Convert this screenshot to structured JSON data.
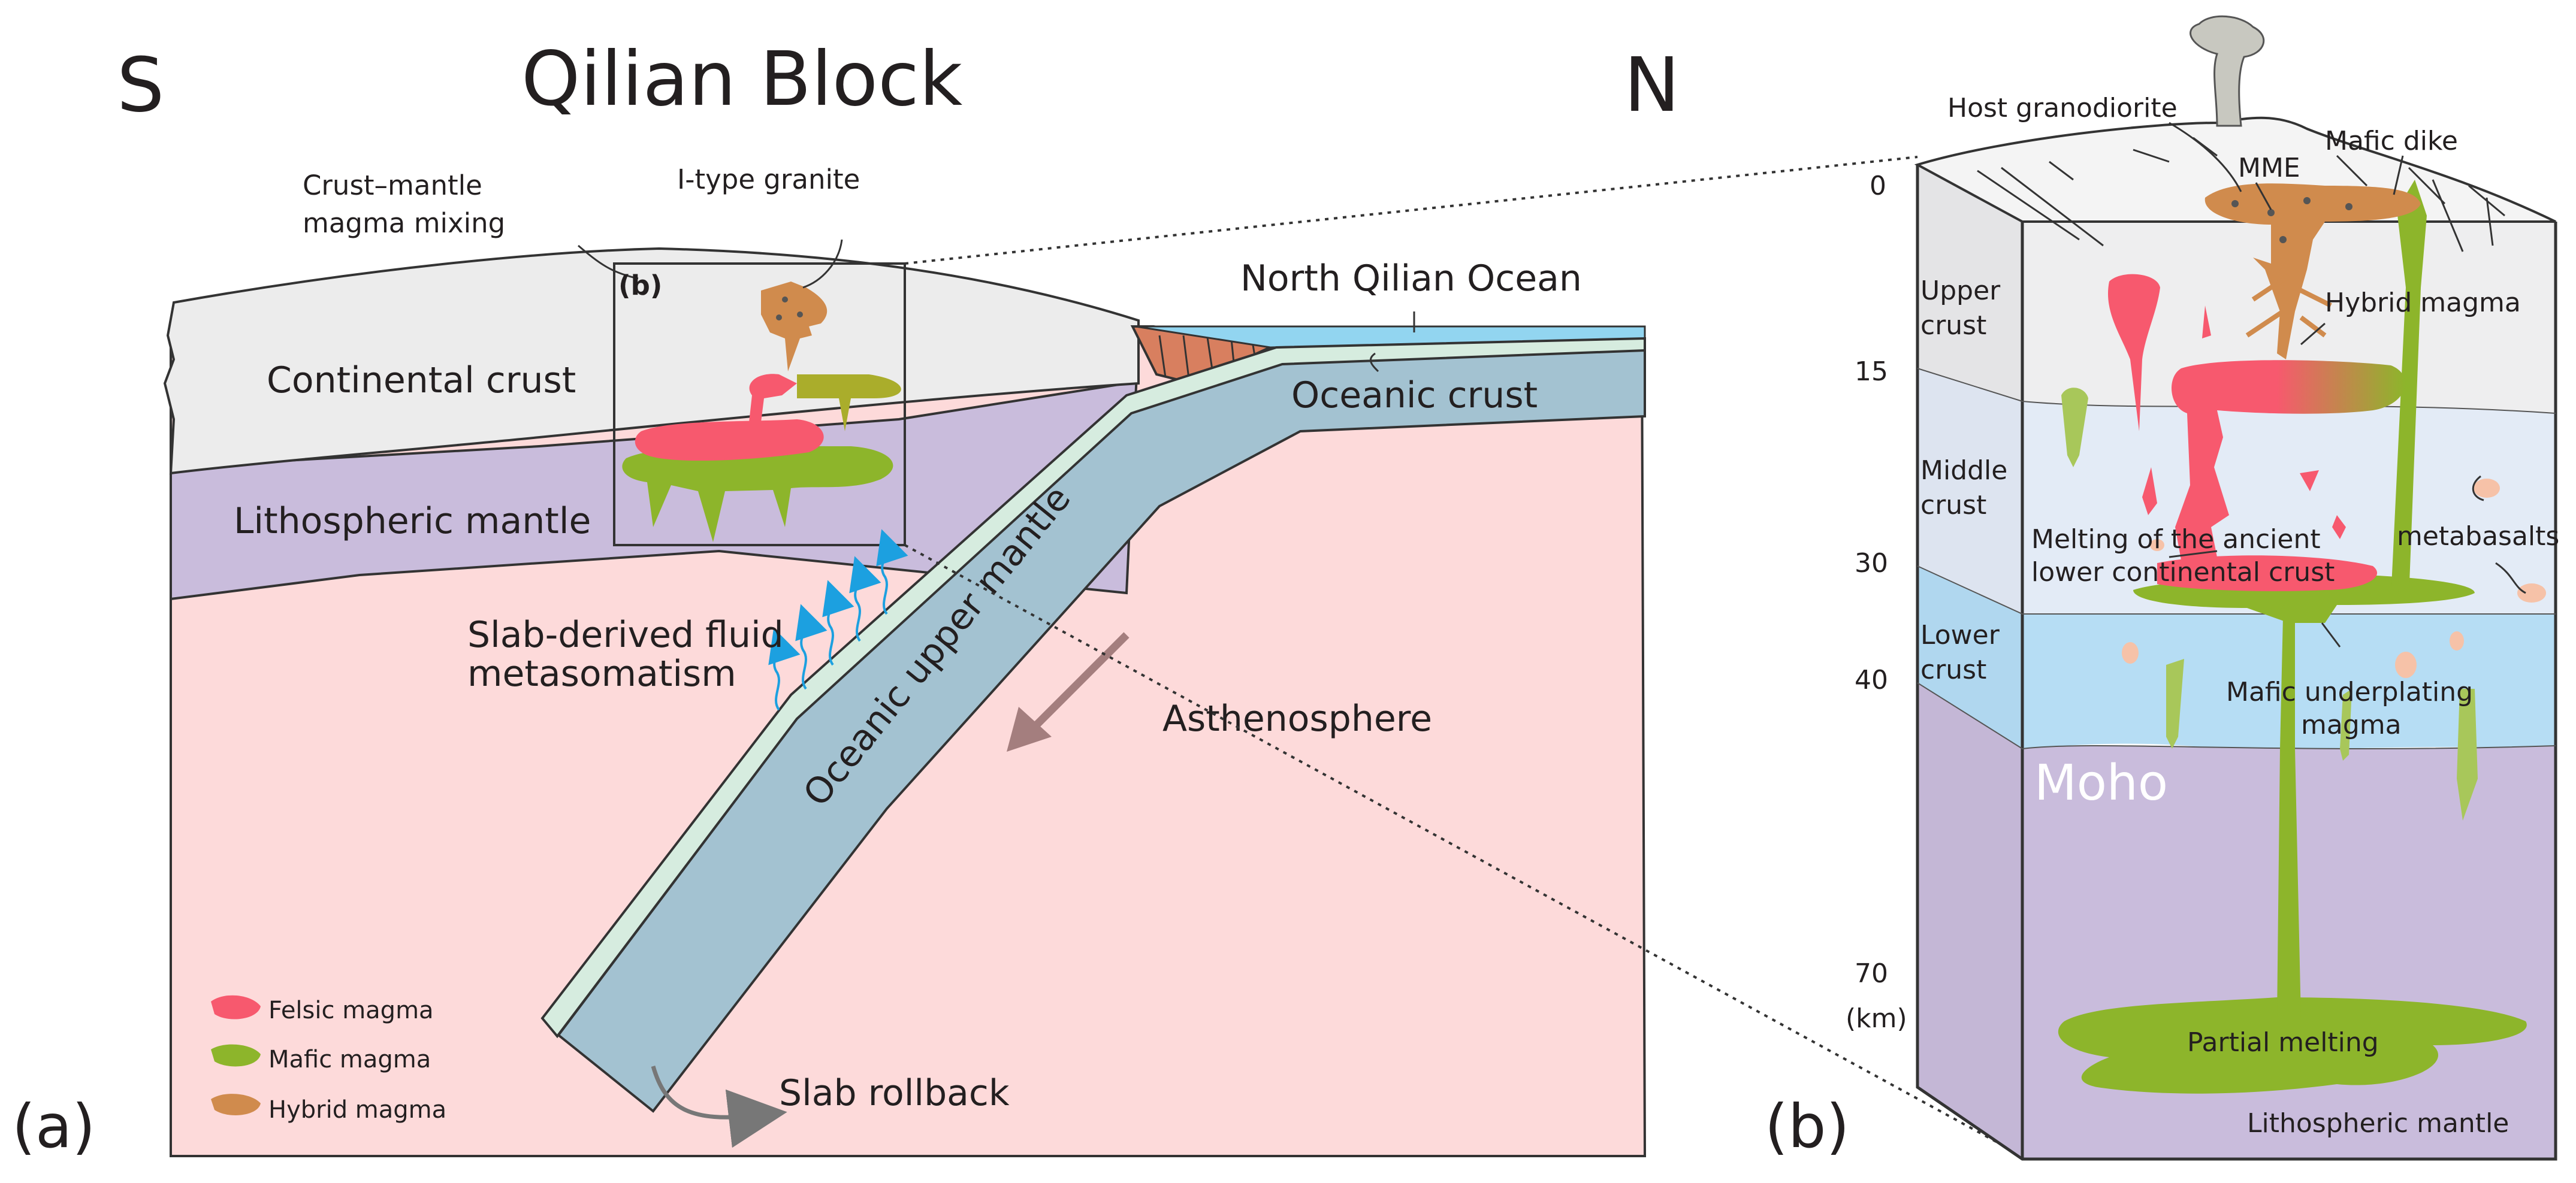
{
  "panel_a": {
    "tag": "(a)",
    "south": "S",
    "north": "N",
    "title": "Qilian Block",
    "inset_tag": "(b)",
    "labels": {
      "crust_mantle_1": "Crust–mantle",
      "crust_mantle_2": "magma mixing",
      "i_type": "I-type granite",
      "north_qilian_ocean": "North Qilian Ocean",
      "continental_crust": "Continental crust",
      "oceanic_crust": "Oceanic crust",
      "lithospheric_mantle": "Lithospheric mantle",
      "slab_fluid_1": "Slab-derived fluid",
      "slab_fluid_2": "metasomatism",
      "oceanic_upper_mantle": "Oceanic upper mantle",
      "asthenosphere": "Asthenosphere",
      "slab_rollback": "Slab rollback"
    },
    "legend": [
      {
        "label": "Felsic magma",
        "color": "#f7596e"
      },
      {
        "label": "Mafic magma",
        "color": "#8db52b"
      },
      {
        "label": "Hybrid magma",
        "color": "#d08b4d"
      }
    ]
  },
  "panel_b": {
    "tag": "(b)",
    "depths": [
      "0",
      "15",
      "30",
      "40",
      "70",
      "(km)"
    ],
    "layers": {
      "upper_1": "Upper",
      "upper_2": "crust",
      "middle_1": "Middle",
      "middle_2": "crust",
      "lower_1": "Lower",
      "lower_2": "crust",
      "moho": "Moho",
      "lithospheric_mantle": "Lithospheric mantle"
    },
    "labels": {
      "host_granodiorite": "Host granodiorite",
      "mme": "MME",
      "mafic_dike": "Mafic dike",
      "hybrid_magma": "Hybrid magma",
      "metabasalts": "metabasalts",
      "melting_1": "Melting of the ancient",
      "melting_2": "lower continental crust",
      "underplating_1": "Mafic underplating",
      "underplating_2": "magma",
      "partial_melting": "Partial melting"
    }
  },
  "colors": {
    "asthenosphere": "#fddada",
    "continental_crust": "#ececec",
    "lithospheric_mantle": "#c9bcdc",
    "oceanic_crust": "#a3c2d1",
    "slab_rim": "#d6ecdf",
    "ocean": "#92d5f0",
    "upper_crust": "#eeeeef",
    "middle_crust": "#e3ebf6",
    "lower_crust": "#b6ddf4",
    "felsic": "#f7596e",
    "mafic": "#8db52b",
    "hybrid": "#d08b4d",
    "arrow": "#a47e7e",
    "fluid": "#1ca0e0"
  }
}
